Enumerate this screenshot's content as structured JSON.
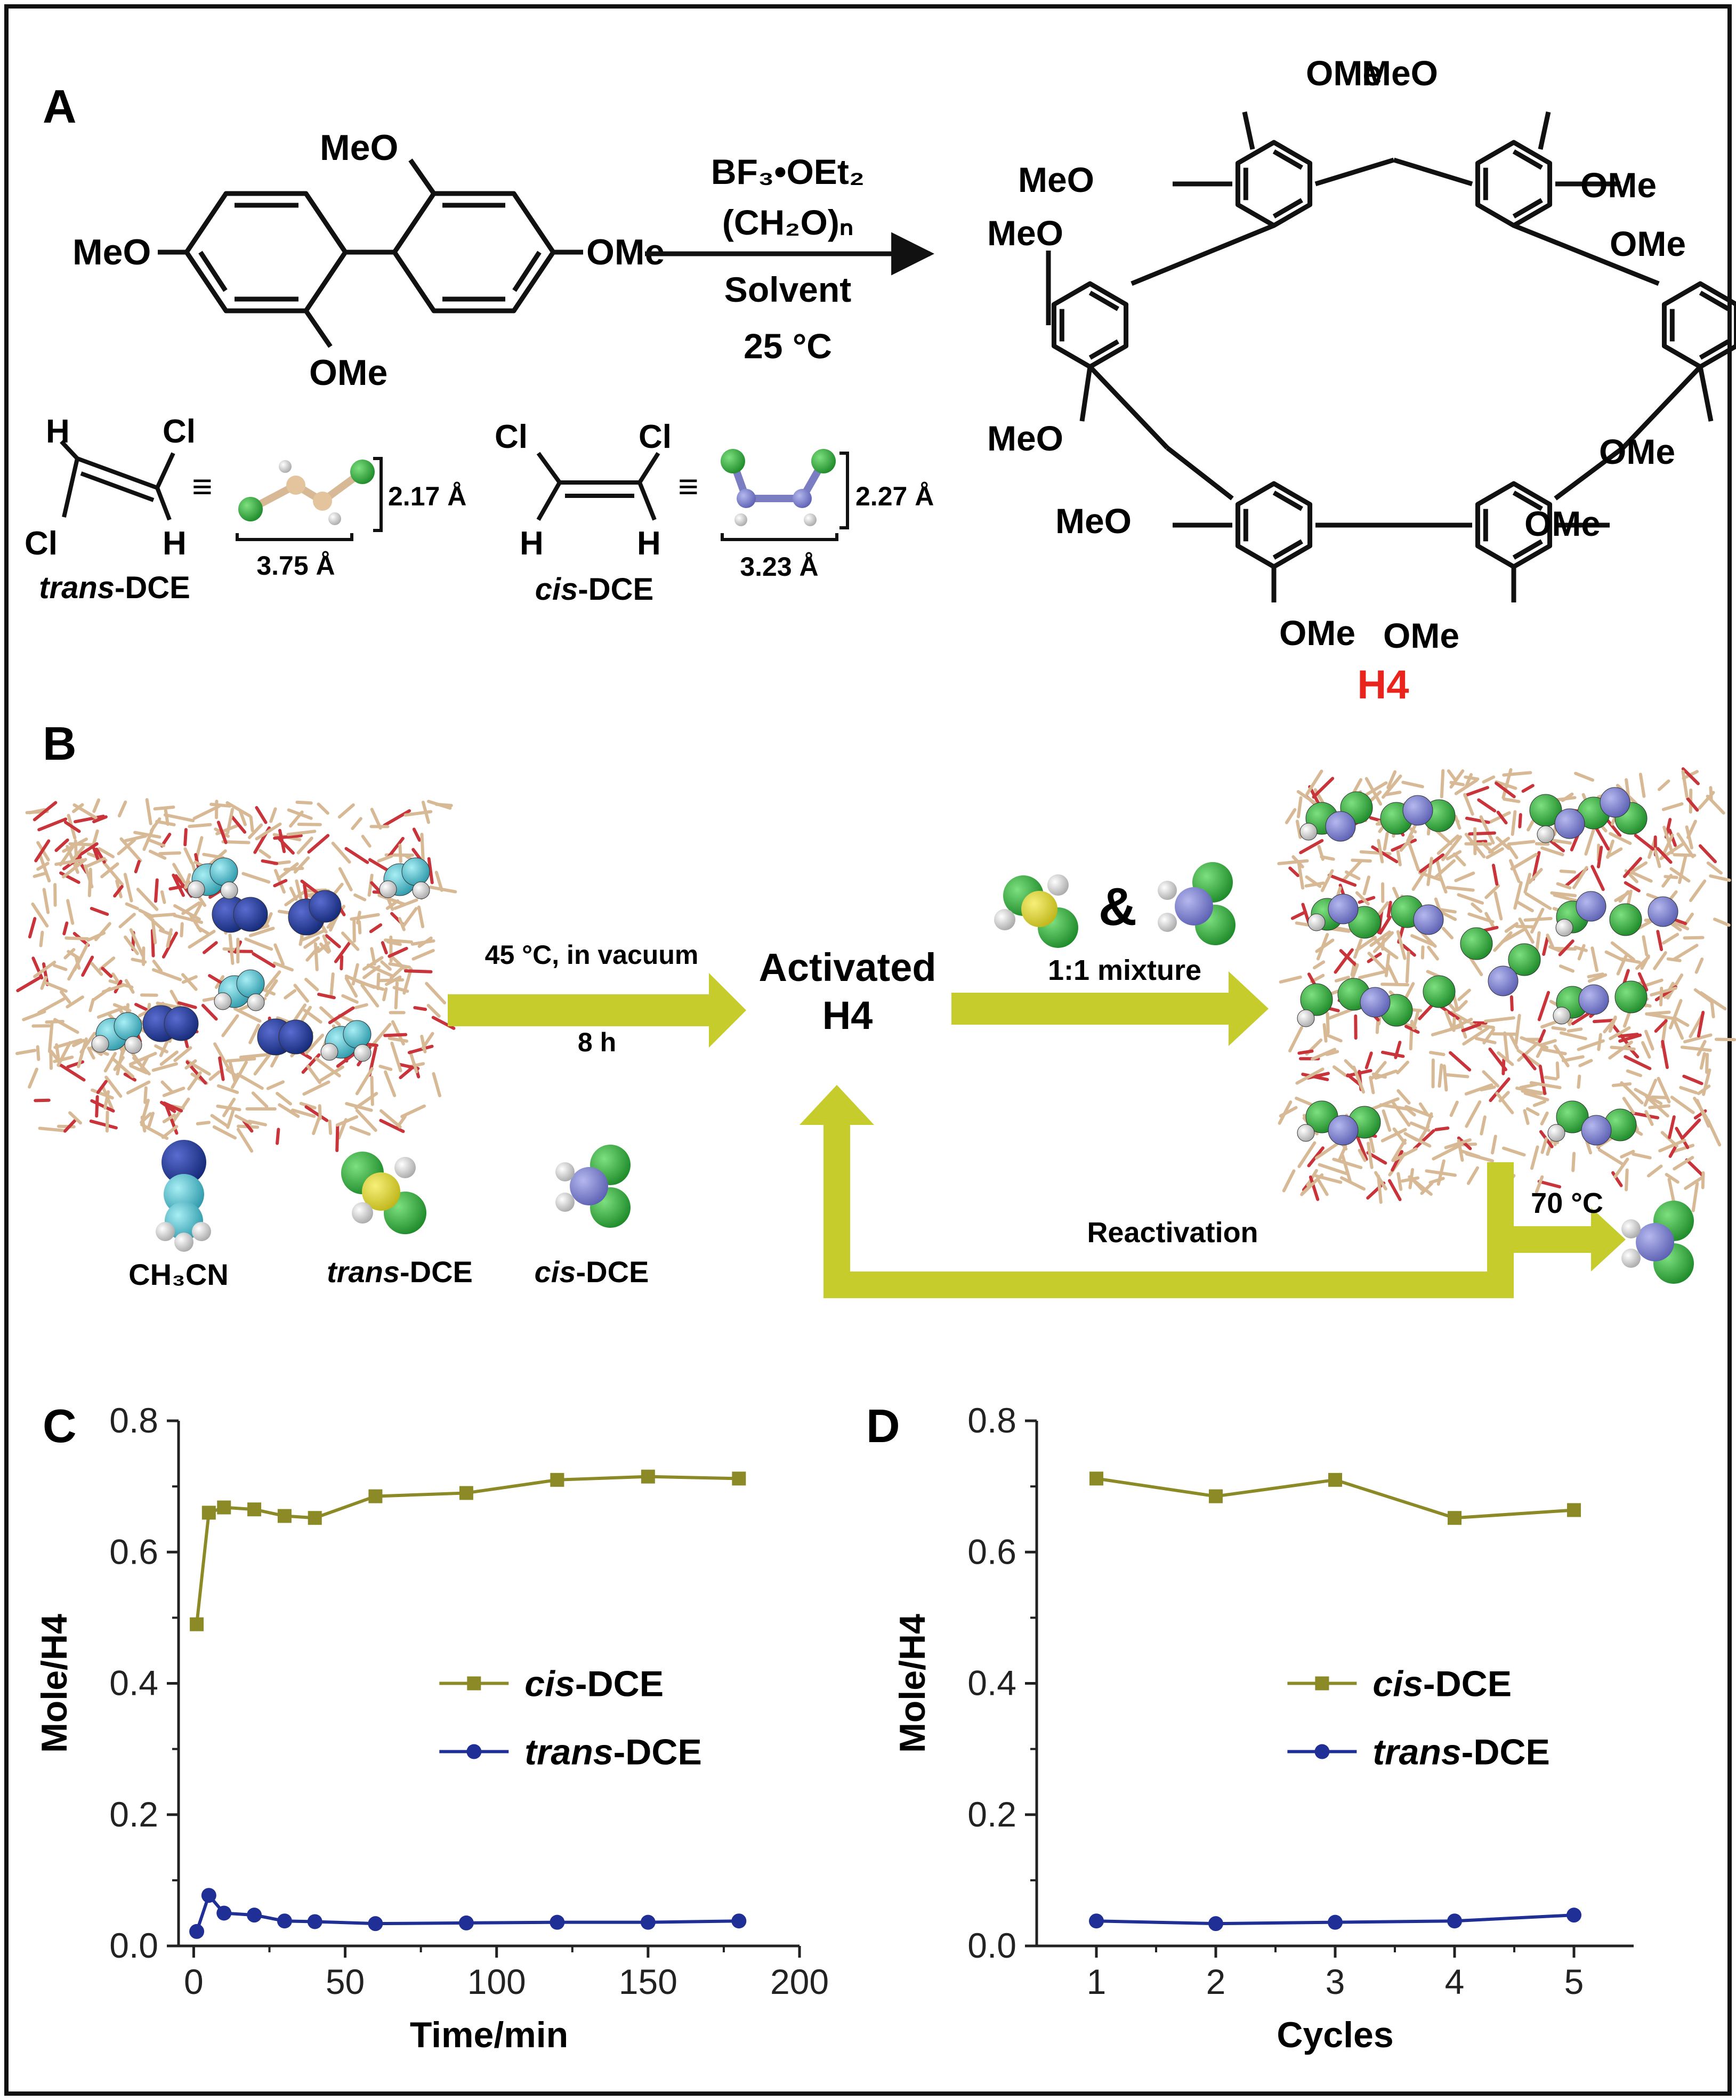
{
  "panels": {
    "a": "A",
    "b": "B",
    "c": "C",
    "d": "D"
  },
  "colors": {
    "cis": "#8c8a27",
    "trans": "#1f2f96",
    "arrow": "#c7cc2d",
    "label_red": "#e8241c",
    "stick": "#d8b996",
    "oxygen": "#c9343a",
    "chlorine": "#2fa43a",
    "nitrogen_blue": "#253f8e",
    "cyan": "#5fc2cf",
    "cis_carbon": "#7a7dc2"
  },
  "panel_a": {
    "monomer": {
      "meo_top": "MeO",
      "meo_left": "MeO",
      "ome_right": "OMe",
      "ome_bottom": "OMe"
    },
    "conditions": {
      "reagent": "BF₃•OEt₂",
      "paraform": "(CH₂O)ₙ",
      "solvent": "Solvent",
      "temperature": "25 °C"
    },
    "macrocycle": {
      "substituents": [
        "OMe",
        "MeO",
        "MeO",
        "OMe",
        "MeO",
        "OMe",
        "MeO",
        "OMe",
        "MeO",
        "OMe",
        "OMe",
        "OMe"
      ],
      "name": "H4"
    },
    "trans": {
      "h1": "H",
      "cl1": "Cl",
      "cl2": "Cl",
      "h2": "H",
      "equiv": "≡",
      "height": "2.17 Å",
      "width": "3.75 Å",
      "name_italic": "trans",
      "name_rest": "-DCE"
    },
    "cis": {
      "cl1": "Cl",
      "cl2": "Cl",
      "h1": "H",
      "h2": "H",
      "equiv": "≡",
      "height": "2.27 Å",
      "width": "3.23 Å",
      "name_italic": "cis",
      "name_rest": "-DCE"
    }
  },
  "panel_b": {
    "step1_top": "45 °C, in vacuum",
    "step1_bottom": "8 h",
    "activated_line1": "Activated",
    "activated_line2": "H4",
    "amp": "&",
    "mixture": "1:1 mixture",
    "reactivation": "Reactivation",
    "release_temp": "70 °C",
    "legend": {
      "ch3cn": "CH₃CN",
      "trans_italic": "trans",
      "cis_italic": "cis",
      "dce": "-DCE"
    }
  },
  "chart_data": [
    {
      "type": "line",
      "panel": "C",
      "xlabel": "Time/min",
      "ylabel": "Mole/H4",
      "xlim": [
        -5,
        200
      ],
      "ylim": [
        0.0,
        0.8
      ],
      "xticks": [
        "0",
        "50",
        "100",
        "150",
        "200"
      ],
      "yticks": [
        "0.0",
        "0.2",
        "0.4",
        "0.6",
        "0.8"
      ],
      "legend_position": "center-right",
      "series": [
        {
          "name_italic": "cis",
          "name_rest": "-DCE",
          "marker": "square",
          "color": "#8c8a27",
          "x": [
            1,
            5,
            10,
            20,
            30,
            40,
            60,
            90,
            120,
            150,
            180
          ],
          "y": [
            0.49,
            0.66,
            0.668,
            0.665,
            0.655,
            0.652,
            0.685,
            0.69,
            0.71,
            0.715,
            0.712
          ]
        },
        {
          "name_italic": "trans",
          "name_rest": "-DCE",
          "marker": "circle",
          "color": "#1f2f96",
          "x": [
            1,
            5,
            10,
            20,
            30,
            40,
            60,
            90,
            120,
            150,
            180
          ],
          "y": [
            0.022,
            0.077,
            0.05,
            0.047,
            0.038,
            0.037,
            0.034,
            0.035,
            0.036,
            0.036,
            0.038
          ]
        }
      ]
    },
    {
      "type": "line",
      "panel": "D",
      "xlabel": "Cycles",
      "ylabel": "Mole/H4",
      "xlim": [
        0.5,
        5.5
      ],
      "ylim": [
        0.0,
        0.8
      ],
      "xticks": [
        "1",
        "2",
        "3",
        "4",
        "5"
      ],
      "yticks": [
        "0.0",
        "0.2",
        "0.4",
        "0.6",
        "0.8"
      ],
      "legend_position": "center-right",
      "series": [
        {
          "name_italic": "cis",
          "name_rest": "-DCE",
          "marker": "square",
          "color": "#8c8a27",
          "x": [
            1,
            2,
            3,
            4,
            5
          ],
          "y": [
            0.712,
            0.685,
            0.71,
            0.652,
            0.664
          ]
        },
        {
          "name_italic": "trans",
          "name_rest": "-DCE",
          "marker": "circle",
          "color": "#1f2f96",
          "x": [
            1,
            2,
            3,
            4,
            5
          ],
          "y": [
            0.038,
            0.034,
            0.036,
            0.038,
            0.047
          ]
        }
      ]
    }
  ]
}
